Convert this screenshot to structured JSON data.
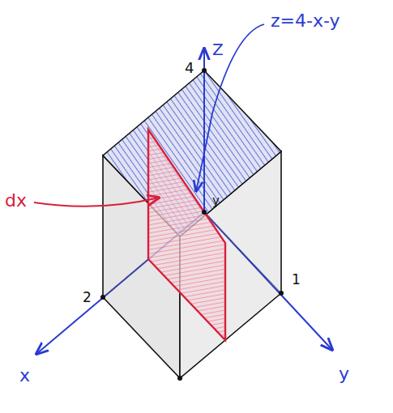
{
  "diagram": {
    "labels": [
      "4",
      "Z",
      "z=4-x-y",
      "dx",
      "y",
      "2",
      "1",
      "x",
      "y"
    ]
  }
}
